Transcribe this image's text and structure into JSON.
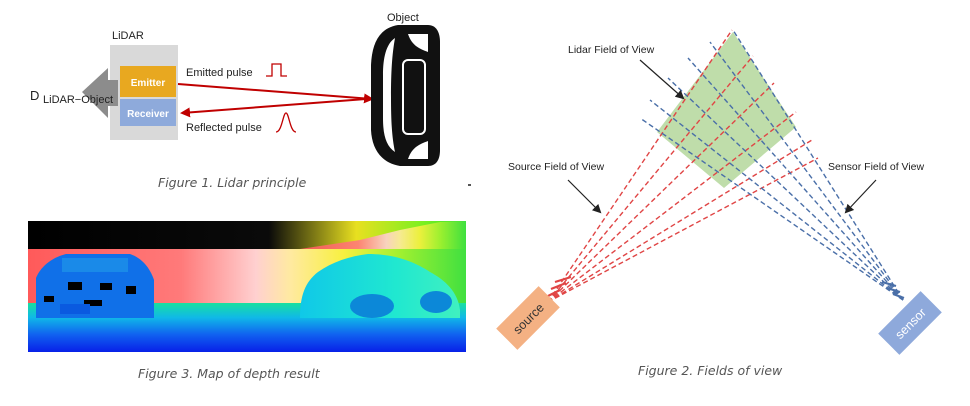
{
  "figure1": {
    "lidar_title": "LiDAR",
    "emitter_label": "Emitter",
    "receiver_label": "Receiver",
    "distance_label_main": "D",
    "distance_label_sub": "LiDAR−Object",
    "emitted_label": "Emitted pulse",
    "reflected_label": "Reflected pulse",
    "object_label": "Object",
    "caption": "Figure 1. Lidar principle"
  },
  "figure2": {
    "lidar_fov_label": "Lidar Field of View",
    "source_fov_label": "Source Field of View",
    "sensor_fov_label": "Sensor Field of View",
    "source_box_label": "source",
    "sensor_box_label": "sensor",
    "caption": "Figure 2. Fields of view",
    "colors": {
      "source": "#e04545",
      "sensor": "#4a6fa8",
      "overlap": "#a9d18e"
    }
  },
  "figure3": {
    "caption": "Figure 3. Map of depth result"
  },
  "colors": {
    "emitter": "#e8a820",
    "receiver": "#8eaadb",
    "pulse_arrow": "#c00000",
    "lidar_box": "#d9d9d9"
  }
}
